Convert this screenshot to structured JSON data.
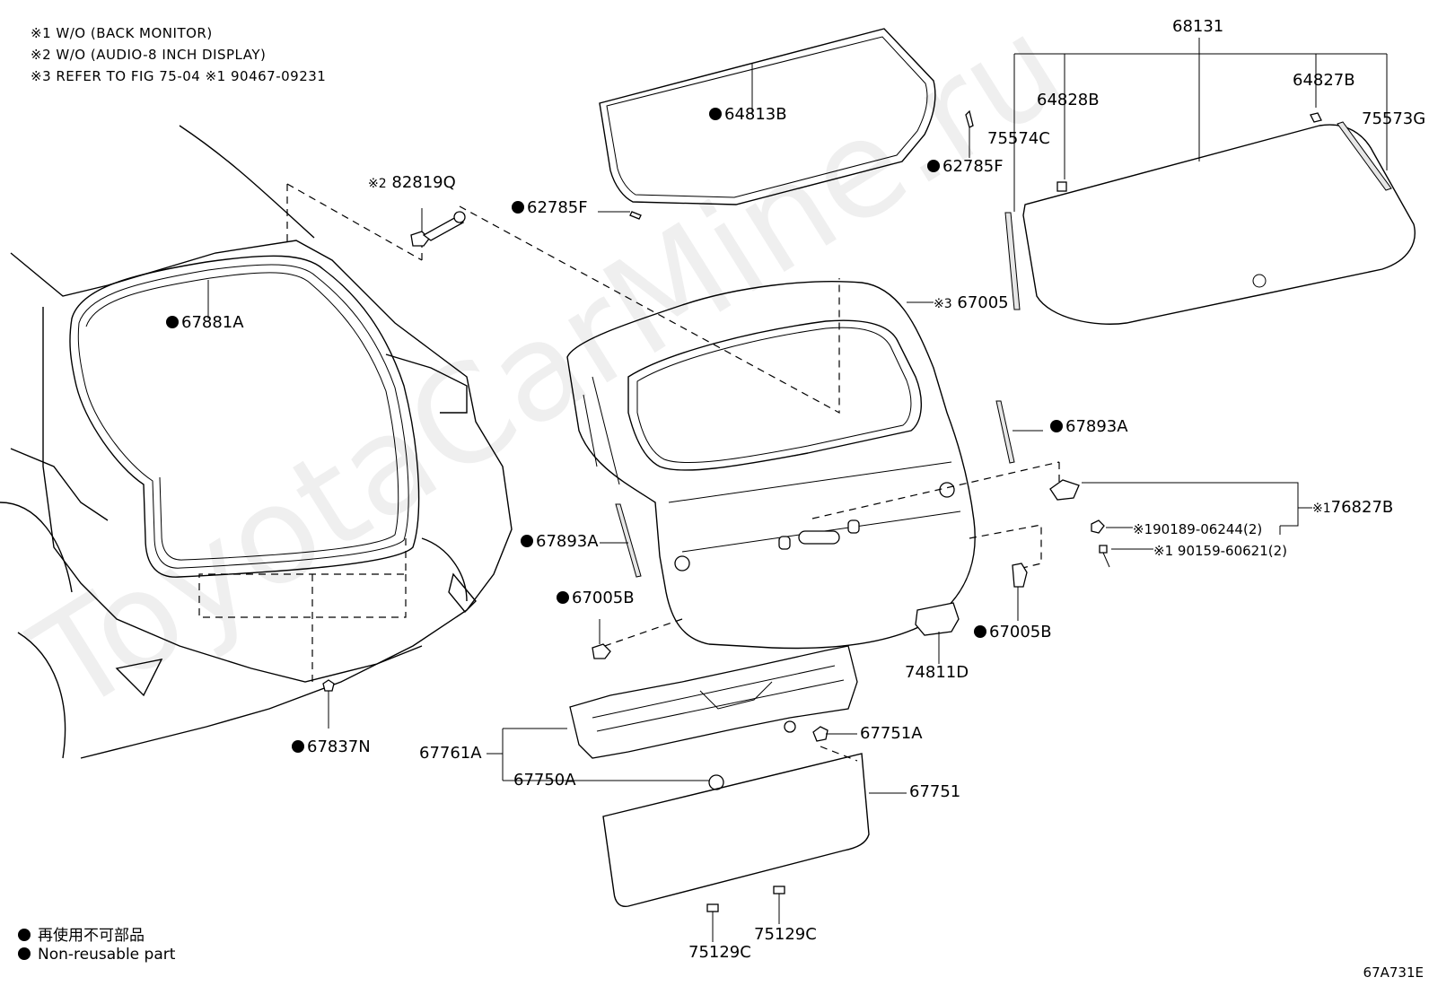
{
  "notes": [
    "※1 W/O (BACK MONITOR)",
    "※2 W/O (AUDIO-8 INCH DISPLAY)",
    "※3 REFER TO FIG 75-04  ※1 90467-09231"
  ],
  "labels": {
    "p68131": "68131",
    "p64813B": "64813B",
    "p64828B": "64828B",
    "p64827B": "64827B",
    "p75574C": "75574C",
    "p75573G": "75573G",
    "p62785F_right": "62785F",
    "p62785F_left": "62785F",
    "p82819Q": "82819Q",
    "p82819Q_mark": "※2",
    "p67005": "67005",
    "p67005_mark": "※3",
    "p67881A": "67881A",
    "p67893A_right": "67893A",
    "p67893A_left": "67893A",
    "p76827B": "76827B",
    "p76827B_mark": "※1",
    "p90189": "90189-06244(2)",
    "p90189_mark": "※1",
    "p90159": "90159-60621(2)",
    "p90159_mark": "※1",
    "p67005B_left": "67005B",
    "p67005B_right": "67005B",
    "p74811D": "74811D",
    "p67751A": "67751A",
    "p67751": "67751",
    "p67761A": "67761A",
    "p67750A": "67750A",
    "p67837N": "67837N",
    "p75129C_left": "75129C",
    "p75129C_right": "75129C"
  },
  "legend": {
    "jp": "再使用不可部品",
    "en": "Non-reusable part"
  },
  "figure_code": "67A731E",
  "watermark": "ToyotaCarMine.ru",
  "icons": {
    "non_reusable": "filled-circle-icon",
    "note_mark": "reference-mark"
  }
}
